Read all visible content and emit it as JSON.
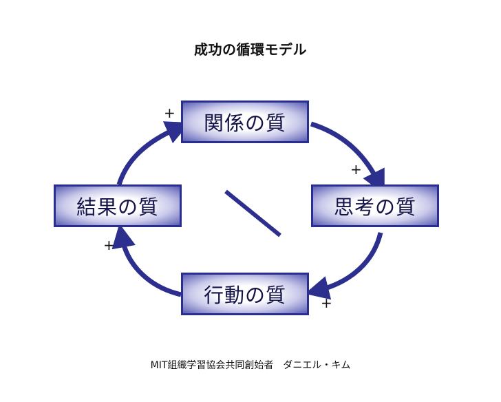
{
  "title": "成功の循環モデル",
  "boxes": {
    "top": "関係の質",
    "right": "思考の質",
    "bottom": "行動の質",
    "left": "結果の質"
  },
  "plus_signs": [
    "+",
    "+",
    "+",
    "+"
  ],
  "footer": "MIT組織学習協会共同創始者　ダニエル・キム",
  "colors": {
    "box_border": "#2a2f8f",
    "arrow": "#2c2f8e",
    "box_gradient_edge": "#5b5fb4"
  }
}
